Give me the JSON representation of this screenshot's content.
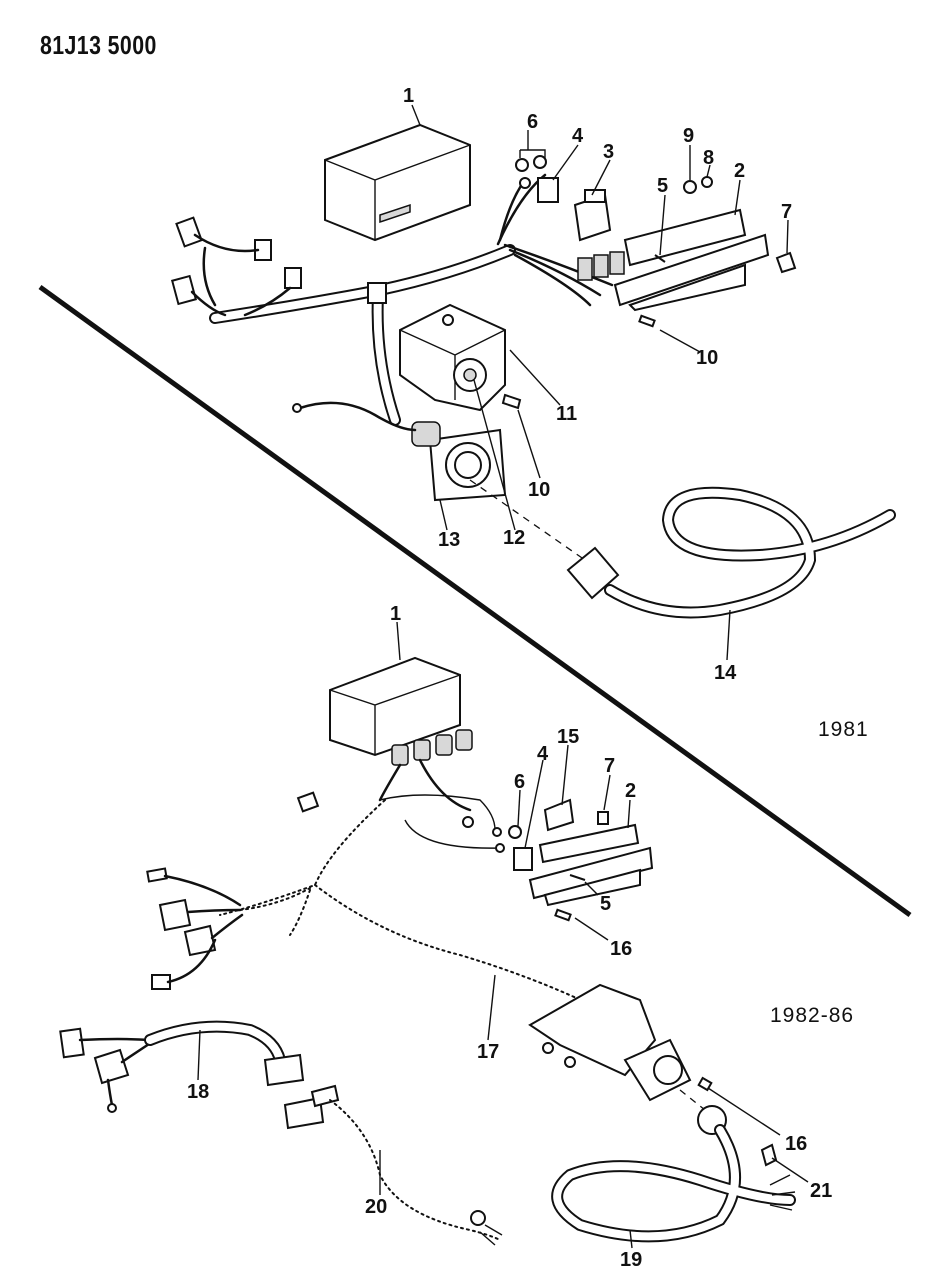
{
  "document_code": "81J13 5000",
  "year_labels": {
    "upper": "1981",
    "lower": "1982-86"
  },
  "callouts": {
    "upper": [
      "1",
      "2",
      "3",
      "4",
      "5",
      "6",
      "7",
      "8",
      "9",
      "10",
      "10",
      "11",
      "12",
      "13",
      "14"
    ],
    "lower": [
      "1",
      "2",
      "4",
      "5",
      "6",
      "7",
      "15",
      "16",
      "16",
      "17",
      "18",
      "19",
      "20",
      "21"
    ]
  }
}
